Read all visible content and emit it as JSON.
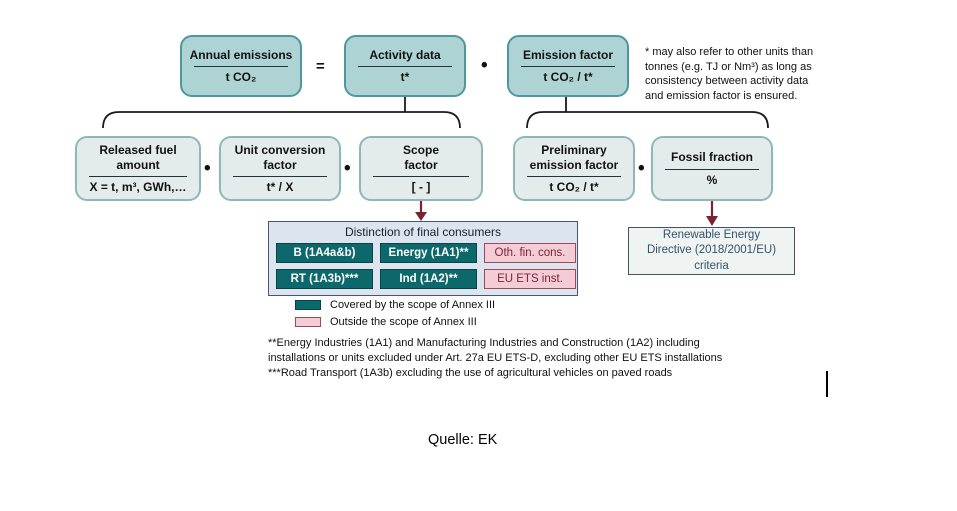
{
  "top_row": {
    "boxes": [
      {
        "title": "Annual emissions",
        "unit": "t CO₂"
      },
      {
        "title": "Activity data",
        "unit": "t*"
      },
      {
        "title": "Emission factor",
        "unit": "t CO₂ / t*"
      }
    ],
    "operators": {
      "equals": "=",
      "dot": "•"
    },
    "note": "* may also refer to other units than tonnes (e.g. TJ or Nm³) as long as consistency between activity data and emission factor is ensured."
  },
  "second_row": {
    "boxes": [
      {
        "title": "Released fuel\namount",
        "unit": "X = t, m³, GWh,…"
      },
      {
        "title": "Unit conversion\nfactor",
        "unit": "t* / X"
      },
      {
        "title": "Scope\nfactor",
        "unit": "[ - ]"
      },
      {
        "title": "Preliminary\nemission factor",
        "unit": "t CO₂ / t*"
      },
      {
        "title": "Fossil fraction",
        "unit": "%"
      }
    ],
    "operators": {
      "dot": "•"
    }
  },
  "consumers_table": {
    "title": "Distinction of final consumers",
    "cells": [
      {
        "label": "B (1A4a&b)",
        "type": "covered"
      },
      {
        "label": "Energy (1A1)**",
        "type": "covered"
      },
      {
        "label": "Oth. fin. cons.",
        "type": "outside"
      },
      {
        "label": "RT (1A3b)***",
        "type": "covered"
      },
      {
        "label": "Ind (1A2)**",
        "type": "covered"
      },
      {
        "label": "EU ETS inst.",
        "type": "outside"
      }
    ]
  },
  "legend": [
    {
      "label": "Covered by the scope of Annex III",
      "color": "#0d686c"
    },
    {
      "label": "Outside the scope of Annex III",
      "color": "#f3ccd5"
    }
  ],
  "footnotes": [
    "**Energy Industries (1A1) and Manufacturing Industries and Construction (1A2) including installations or units excluded under Art. 27a EU ETS-D, excluding other EU ETS installations",
    "***Road Transport (1A3b) excluding the use of agricultural vehicles on paved roads"
  ],
  "red_box": {
    "text": "Renewable Energy Directive (2018/2001/EU) criteria"
  },
  "source_label": "Quelle: EK",
  "colors": {
    "teal_box_fill": "#aed3d5",
    "teal_box_border": "#4e979b",
    "light_box_fill": "#e4eceb",
    "light_box_border": "#8fb7b9",
    "covered_fill": "#0d686c",
    "outside_fill": "#f3ccd5",
    "outside_border": "#9e4a5c",
    "arrow": "#7a2433",
    "table_bg": "#dce5ef"
  }
}
